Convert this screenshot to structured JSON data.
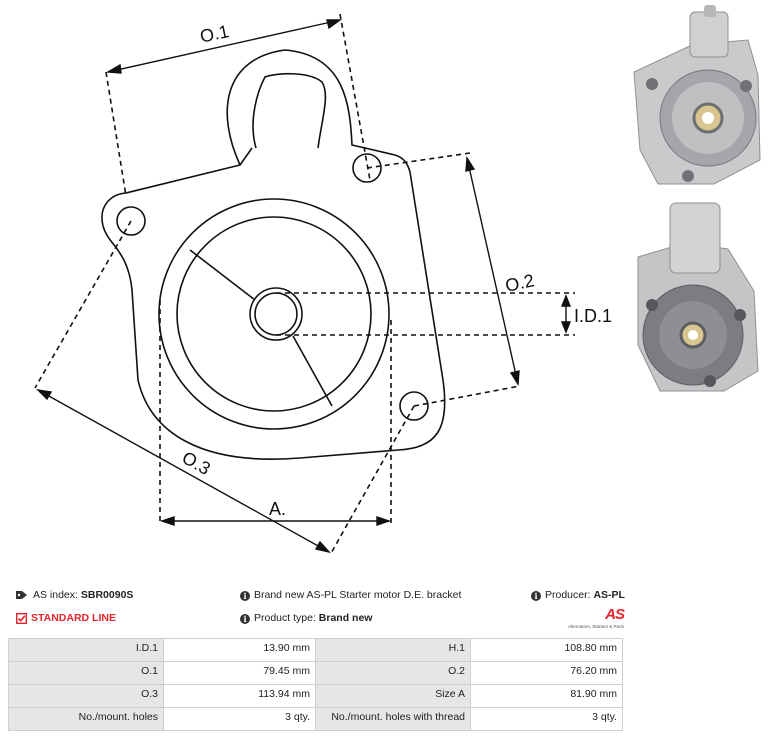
{
  "diagram": {
    "labels": {
      "o1": "O.1",
      "o2": "O.2",
      "o3": "O.3",
      "id1": "I.D.1",
      "a": "A."
    }
  },
  "info": {
    "index_label": "AS index:",
    "index_value": "SBR0090S",
    "line_label": "STANDARD LINE",
    "description": "Brand new AS-PL Starter motor D.E. bracket",
    "product_type_label": "Product type:",
    "product_type_value": "Brand new",
    "producer_label": "Producer:",
    "producer_value": "AS-PL"
  },
  "logo": {
    "mark": "AS",
    "tagline": "Alternators, Starters & Parts"
  },
  "specs": [
    [
      "I.D.1",
      "13.90 mm",
      "H.1",
      "108.80 mm"
    ],
    [
      "O.1",
      "79.45 mm",
      "O.2",
      "76.20 mm"
    ],
    [
      "O.3",
      "113.94 mm",
      "Size A",
      "81.90 mm"
    ],
    [
      "No./mount. holes",
      "3 qty.",
      "No./mount. holes with thread",
      "3 qty."
    ]
  ],
  "colors": {
    "accent": "#e0262c",
    "label_bg": "#e6e6e6",
    "border": "#cfcfcf"
  }
}
